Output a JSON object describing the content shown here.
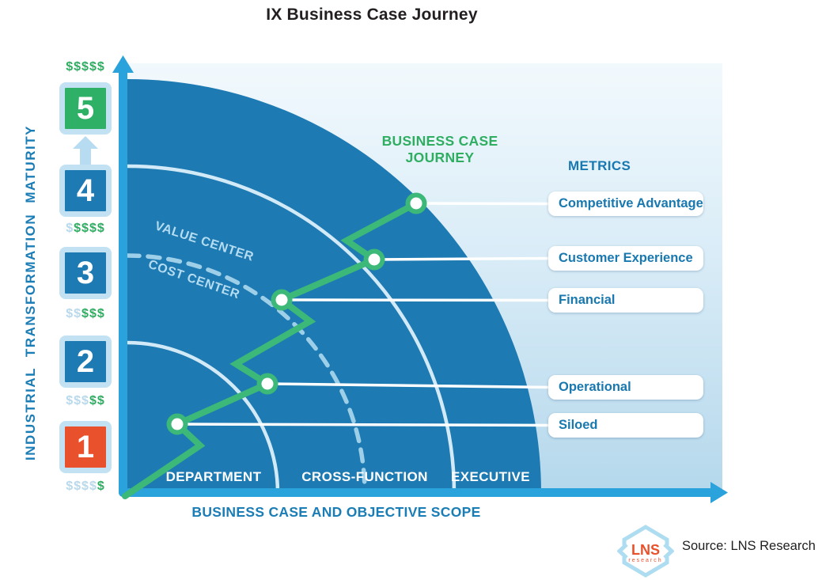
{
  "title": "IX Business Case Journey",
  "y_axis": {
    "label": "INDUSTRIAL TRANSFORMATION MATURITY"
  },
  "x_axis": {
    "label": "BUSINESS CASE AND OBJECTIVE SCOPE"
  },
  "maturity_levels": [
    {
      "level": "5",
      "dollars_grey": "",
      "dollars_green": "$$$$$",
      "box_color": "#2fb067"
    },
    {
      "level": "4",
      "dollars_grey": "$",
      "dollars_green": "$$$$",
      "box_color": "#1d7ab2"
    },
    {
      "level": "3",
      "dollars_grey": "$$",
      "dollars_green": "$$$",
      "box_color": "#1d7ab2"
    },
    {
      "level": "2",
      "dollars_grey": "$$$",
      "dollars_green": "$$",
      "box_color": "#1d7ab2"
    },
    {
      "level": "1",
      "dollars_grey": "$$$$",
      "dollars_green": "$",
      "box_color": "#e8512c"
    }
  ],
  "bands": [
    {
      "label": "DEPARTMENT"
    },
    {
      "label": "CROSS-FUNCTION"
    },
    {
      "label": "EXECUTIVE"
    }
  ],
  "center_labels": {
    "value": "VALUE CENTER",
    "cost": "COST CENTER"
  },
  "journey": {
    "label_line1": "BUSINESS CASE",
    "label_line2": "JOURNEY",
    "nodes": [
      {
        "metric": "Siloed",
        "band": "DEPARTMENT",
        "maturity": 1
      },
      {
        "metric": "Operational",
        "band": "DEPARTMENT",
        "maturity": 2
      },
      {
        "metric": "Financial",
        "band": "CROSS-FUNCTION",
        "maturity": 3
      },
      {
        "metric": "Customer Experience",
        "band": "CROSS-FUNCTION",
        "maturity": 4
      },
      {
        "metric": "Competitive Advantage",
        "band": "EXECUTIVE",
        "maturity": 5
      }
    ]
  },
  "metrics": {
    "header": "METRICS",
    "items": [
      {
        "label": "Competitive Advantage"
      },
      {
        "label": "Customer Experience"
      },
      {
        "label": "Financial"
      },
      {
        "label": "Operational"
      },
      {
        "label": "Siloed"
      }
    ]
  },
  "footer": {
    "logo_line1": "LNS",
    "logo_line2": "research",
    "source": "Source: LNS Research"
  },
  "colors": {
    "band_blue": "#1d7ab2",
    "axis_blue": "#2aa2db",
    "journey_green": "#3cb878",
    "label_blue": "#1878b0",
    "level1_orange": "#e8512c",
    "level5_green": "#2fb067",
    "dollar_grey": "#b9d9ec",
    "dollar_green": "#2fae62",
    "arc_light": "#d2eaf7",
    "dashed_arc": "#9ecfe9",
    "logo_orange": "#e8512c"
  }
}
